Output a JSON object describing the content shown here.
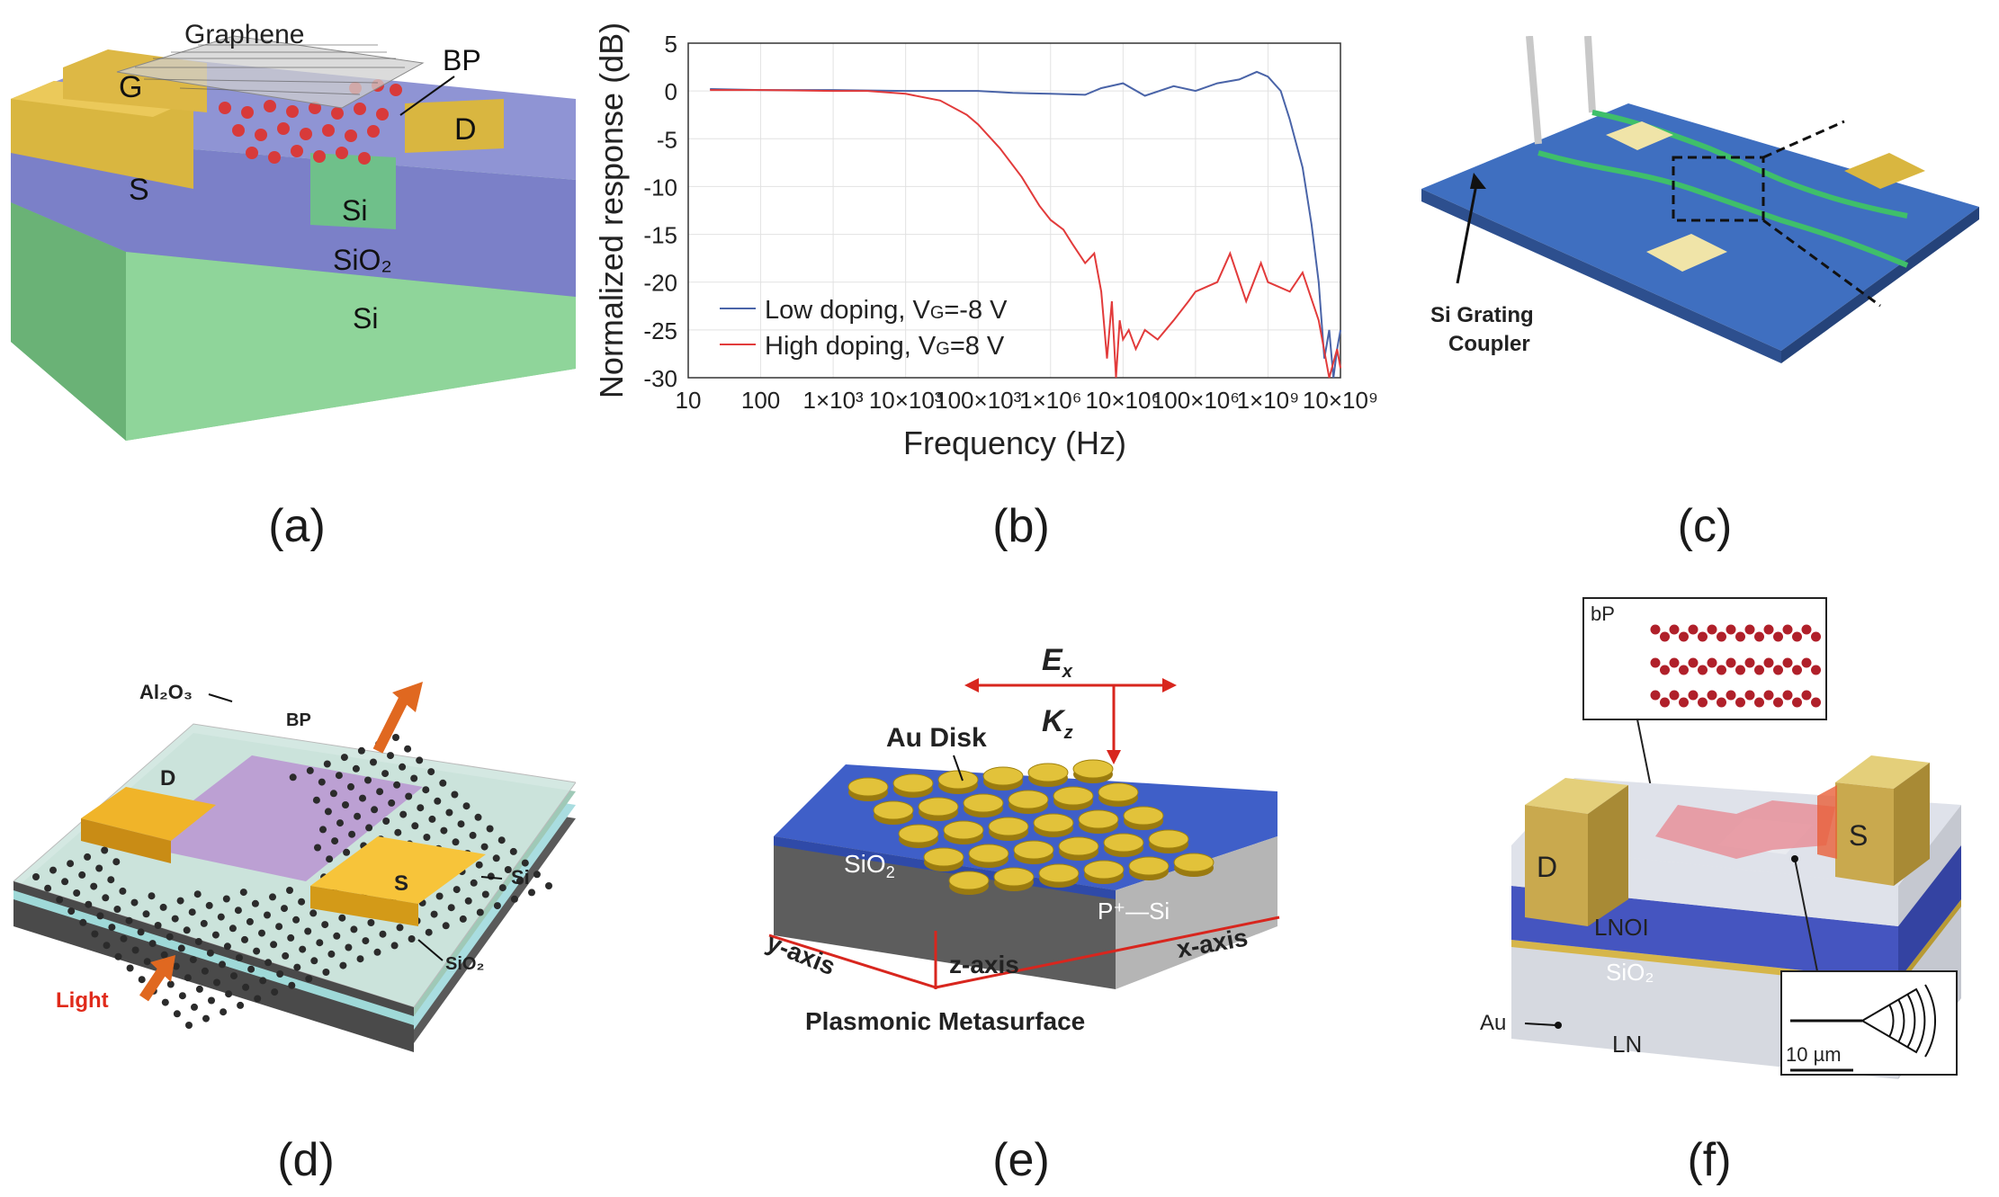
{
  "captions": {
    "a": "(a)",
    "b": "(b)",
    "c": "(c)",
    "d": "(d)",
    "e": "(e)",
    "f": "(f)"
  },
  "panel_a": {
    "graphene": "Graphene",
    "bp": "BP",
    "gate": "G",
    "drain": "D",
    "source": "S",
    "si_top": "Si",
    "sio2": "SiO₂",
    "si_bottom": "Si"
  },
  "panel_c": {
    "coupler_line1": "Si Grating",
    "coupler_line2": "Coupler"
  },
  "panel_d": {
    "al2o3": "Al₂O₃",
    "bp": "BP",
    "drain": "D",
    "source": "S",
    "si": "Si",
    "sio2": "SiO₂",
    "light": "Light"
  },
  "panel_e": {
    "ex": "E",
    "ex_sub": "x",
    "kz": "K",
    "kz_sub": "z",
    "au_disk": "Au Disk",
    "sio2": "SiO",
    "sio2_sub": "2",
    "psi": "P⁺—Si",
    "y_axis": "y-axis",
    "z_axis": "z-axis",
    "x_axis": "x-axis",
    "title": "Plasmonic Metasurface"
  },
  "panel_f": {
    "bp": "bP",
    "drain": "D",
    "source": "S",
    "lnoi": "LNOI",
    "sio2": "SiO₂",
    "au": "Au",
    "ln": "LN",
    "scale": "10 µm"
  },
  "colors": {
    "low": "#4a64a8",
    "high": "#e23b3b"
  },
  "chart_data": {
    "type": "line",
    "xlabel": "Frequency (Hz)",
    "ylabel": "Normalized response (dB)",
    "xscale": "log",
    "xlim": [
      10,
      10000000000
    ],
    "ylim": [
      -30,
      5
    ],
    "yticks": [
      5,
      0,
      -5,
      -10,
      -15,
      -20,
      -25,
      -30
    ],
    "xtick_labels": [
      "10",
      "100",
      "1×10³",
      "10×10³",
      "100×10³",
      "1×10⁶",
      "10×10⁶",
      "100×10⁶",
      "1×10⁹",
      "10×10⁹"
    ],
    "legend_position": "bottom-left",
    "series": [
      {
        "name": "Low doping, VG=-8 V",
        "label_main": "Low doping, V",
        "label_sub": "G",
        "label_tail": "=-8 V",
        "color": "#4a64a8",
        "points": [
          [
            20,
            0.2
          ],
          [
            100,
            0.1
          ],
          [
            1000,
            0.1
          ],
          [
            10000,
            0
          ],
          [
            100000,
            0
          ],
          [
            300000,
            -0.2
          ],
          [
            1000000,
            -0.3
          ],
          [
            3000000,
            -0.4
          ],
          [
            5000000,
            0.3
          ],
          [
            10000000,
            0.8
          ],
          [
            20000000,
            -0.5
          ],
          [
            50000000,
            0.5
          ],
          [
            100000000,
            0
          ],
          [
            200000000,
            0.8
          ],
          [
            400000000,
            1.2
          ],
          [
            700000000,
            2
          ],
          [
            1000000000,
            1.5
          ],
          [
            1500000000,
            0
          ],
          [
            2000000000,
            -3
          ],
          [
            3000000000,
            -8
          ],
          [
            4000000000,
            -14
          ],
          [
            5000000000,
            -20
          ],
          [
            6000000000,
            -28
          ],
          [
            7000000000,
            -25
          ],
          [
            8000000000,
            -30
          ],
          [
            9000000000,
            -27
          ],
          [
            10000000000,
            -25
          ]
        ]
      },
      {
        "name": "High doping, VG=8 V",
        "label_main": "High doping, V",
        "label_sub": "G",
        "label_tail": "=8 V",
        "color": "#e23b3b",
        "points": [
          [
            20,
            0.1
          ],
          [
            100,
            0.1
          ],
          [
            1000,
            0
          ],
          [
            3000,
            0
          ],
          [
            10000,
            -0.3
          ],
          [
            30000,
            -1
          ],
          [
            70000,
            -2.5
          ],
          [
            100000,
            -3.5
          ],
          [
            200000,
            -6
          ],
          [
            400000,
            -9
          ],
          [
            700000,
            -12
          ],
          [
            1000000,
            -13.5
          ],
          [
            1500000,
            -14.5
          ],
          [
            2000000,
            -16
          ],
          [
            3000000,
            -18
          ],
          [
            4000000,
            -17
          ],
          [
            5000000,
            -21
          ],
          [
            6000000,
            -28
          ],
          [
            7000000,
            -22
          ],
          [
            8000000,
            -30
          ],
          [
            9000000,
            -24
          ],
          [
            10000000,
            -26
          ],
          [
            12000000,
            -25
          ],
          [
            15000000,
            -27
          ],
          [
            20000000,
            -25
          ],
          [
            30000000,
            -26
          ],
          [
            50000000,
            -24
          ],
          [
            80000000,
            -22
          ],
          [
            100000000,
            -21
          ],
          [
            200000000,
            -20
          ],
          [
            300000000,
            -17
          ],
          [
            500000000,
            -22
          ],
          [
            800000000,
            -18
          ],
          [
            1000000000,
            -20
          ],
          [
            2000000000,
            -21
          ],
          [
            3000000000,
            -19
          ],
          [
            5000000000,
            -24
          ],
          [
            7000000000,
            -30
          ],
          [
            9000000000,
            -27
          ],
          [
            10000000000,
            -29
          ]
        ]
      }
    ]
  }
}
